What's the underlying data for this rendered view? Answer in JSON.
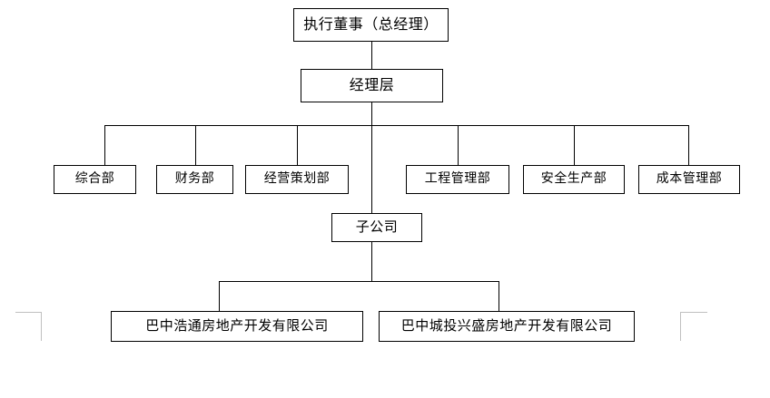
{
  "chart_data": {
    "type": "diagram",
    "diagram_kind": "organizational-chart",
    "orientation": "top-down",
    "levels": 4,
    "nodes": [
      {
        "id": "exec",
        "label": "执行董事（总经理）",
        "level": 1
      },
      {
        "id": "mgr",
        "label": "经理层",
        "level": 2
      },
      {
        "id": "dept1",
        "label": "综合部",
        "level": 3
      },
      {
        "id": "dept2",
        "label": "财务部",
        "level": 3
      },
      {
        "id": "dept3",
        "label": "经营策划部",
        "level": 3
      },
      {
        "id": "sub",
        "label": "子公司",
        "level": 3
      },
      {
        "id": "dept4",
        "label": "工程管理部",
        "level": 3
      },
      {
        "id": "dept5",
        "label": "安全生产部",
        "level": 3
      },
      {
        "id": "dept6",
        "label": "成本管理部",
        "level": 3
      },
      {
        "id": "co1",
        "label": "巴中浩通房地产开发有限公司",
        "level": 4
      },
      {
        "id": "co2",
        "label": "巴中城投兴盛房地产开发有限公司",
        "level": 4
      }
    ],
    "edges": [
      {
        "from": "exec",
        "to": "mgr"
      },
      {
        "from": "mgr",
        "to": "dept1"
      },
      {
        "from": "mgr",
        "to": "dept2"
      },
      {
        "from": "mgr",
        "to": "dept3"
      },
      {
        "from": "mgr",
        "to": "sub"
      },
      {
        "from": "mgr",
        "to": "dept4"
      },
      {
        "from": "mgr",
        "to": "dept5"
      },
      {
        "from": "mgr",
        "to": "dept6"
      },
      {
        "from": "sub",
        "to": "co1"
      },
      {
        "from": "sub",
        "to": "co2"
      }
    ],
    "colors": {
      "background": "#ffffff",
      "box_border": "#000000",
      "box_fill": "#ffffff",
      "connector": "#000000",
      "text": "#000000",
      "crop_mark": "#c0c0c0"
    }
  },
  "org": {
    "executive": {
      "label": "执行董事（总经理）"
    },
    "manager": {
      "label": "经理层"
    },
    "subsidiary_group": {
      "label": "子公司"
    },
    "departments": [
      {
        "label": "综合部"
      },
      {
        "label": "财务部"
      },
      {
        "label": "经营策划部"
      },
      {
        "label": "工程管理部"
      },
      {
        "label": "安全生产部"
      },
      {
        "label": "成本管理部"
      }
    ],
    "subsidiaries": [
      {
        "label": "巴中浩通房地产开发有限公司"
      },
      {
        "label": "巴中城投兴盛房地产开发有限公司"
      }
    ]
  }
}
